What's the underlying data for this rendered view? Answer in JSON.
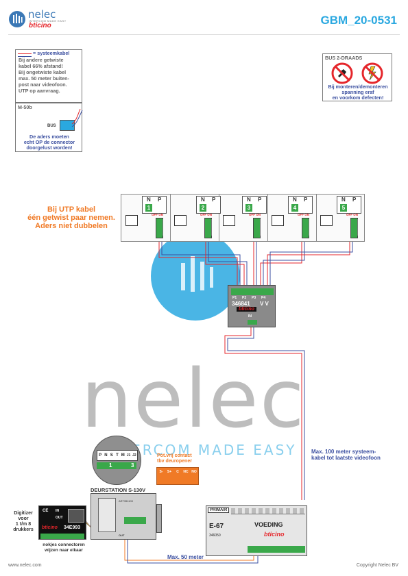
{
  "header": {
    "logo_name": "nelec",
    "logo_tagline": "INTERCOM MADE EASY",
    "logo_partner": "bticino",
    "doc_id": "GBM_20-0531"
  },
  "cable_note": {
    "legend": "= systeemkabel",
    "lines": [
      "Bij andere getwiste",
      "kabel 66% afstand!",
      "Bij ongetwiste kabel",
      "max. 50 meter buiten-",
      "post naar videofoon.",
      "UTP op aanvraag."
    ]
  },
  "m50b": {
    "title": "M-50b",
    "bus_label": "BUS",
    "lines": [
      "De aders moeten",
      "echt OP de connector",
      "doorgelust worden!"
    ]
  },
  "bus_warning": {
    "title": "BUS 2-DRAADS",
    "lines": [
      "Bij monteren/demonteren",
      "spanning eraf",
      "en voorkom defecten!"
    ]
  },
  "utp_note": [
    "Bij UTP kabel",
    "één getwist paar nemen.",
    "Aders niet dubbelen"
  ],
  "monitors": {
    "np_n": "N",
    "np_p": "P",
    "off_on": "OFF ON",
    "items": [
      "1",
      "2",
      "3",
      "4",
      "5"
    ]
  },
  "distributor": {
    "ports": [
      "P1",
      "P2",
      "P3",
      "P4"
    ],
    "model": "346841",
    "vv": "V V",
    "brand": "bticino",
    "in_label": "IN"
  },
  "system_cable_note": [
    "Max. 100 meter systeem-",
    "kabel tot laatste videofoon"
  ],
  "door_station": {
    "title": "DEURSTATION S-130V",
    "pins": [
      "P",
      "N",
      "S",
      "T",
      "M",
      "J1",
      "J2"
    ],
    "num1": "1",
    "num2": "3",
    "code": "ART351100",
    "out_label": "OUT"
  },
  "contact": {
    "title_lines": [
      "Pot.vrij contact",
      "tbv deuropener"
    ],
    "pins": [
      "S-",
      "S+",
      "C",
      "NC",
      "NO"
    ]
  },
  "digitizer": {
    "label_lines": [
      "Digitizer",
      "voor",
      "1 t/m 8",
      "drukkers"
    ],
    "in_label": "IN",
    "out_label": "OUT",
    "brand": "bticino",
    "model": "34E993",
    "note_lines": [
      "nokjes connectoren",
      "wijzen naar elkaar"
    ]
  },
  "power": {
    "label": "PRIMAIR",
    "model": "E-67",
    "title": "VOEDING",
    "brand": "bticino",
    "code": "346050"
  },
  "distance_note": "Max. 50 meter",
  "watermark": {
    "word": "nelec",
    "tagline": "INTERCOM MADE EASY"
  },
  "footer": {
    "url": "www.nelec.com",
    "copyright": "Copyright Nelec BV"
  },
  "colors": {
    "orange": "#f07a26",
    "blue": "#3b4fa0",
    "red": "#e5262b",
    "sky": "#2aa8e0",
    "green": "#3aa84a"
  }
}
